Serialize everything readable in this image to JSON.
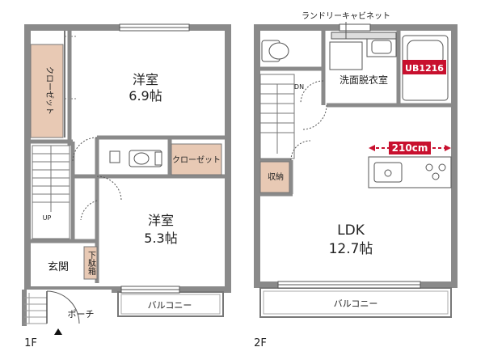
{
  "floor1": {
    "floor_label": "1F",
    "room_western_large": {
      "name": "洋室",
      "size": "6.9帖"
    },
    "room_western_small": {
      "name": "洋室",
      "size": "5.3帖"
    },
    "closet_left": "クローゼット",
    "closet_center": "クローゼット",
    "entrance": "玄関",
    "shoe_box": "下駄箱",
    "stairs_up": "UP",
    "balcony": "バルコニー",
    "porch": "ポーチ"
  },
  "floor2": {
    "floor_label": "2F",
    "ldk": {
      "name": "LDK",
      "size": "12.7帖"
    },
    "laundry_cabinet": "ランドリーキャビネット",
    "washroom": "洗面脱衣室",
    "unit_bath": "UB1216",
    "storage": "収納",
    "stairs_down": "DN",
    "counter_width": "210cm",
    "balcony": "バルコニー"
  },
  "colors": {
    "wall": "#8a8a8a",
    "line": "#555555",
    "closet_fill": "#e8c9b4",
    "accent_red": "#c8102e"
  }
}
